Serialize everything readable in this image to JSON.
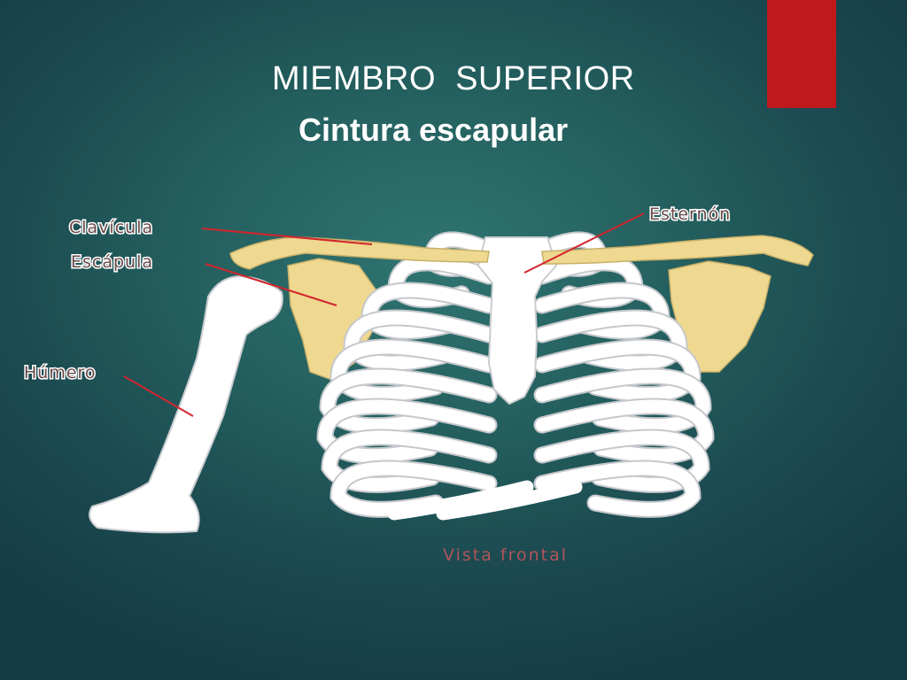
{
  "slide": {
    "title": "MIEMBRO  SUPERIOR",
    "subtitle": "Cintura escapular",
    "accent_color": "#c0191c"
  },
  "diagram": {
    "labels": {
      "clavicle": "Clavícula",
      "scapula": "Escápula",
      "humerus": "Húmero",
      "sternum": "Esternón"
    },
    "caption": "Vista frontal"
  }
}
